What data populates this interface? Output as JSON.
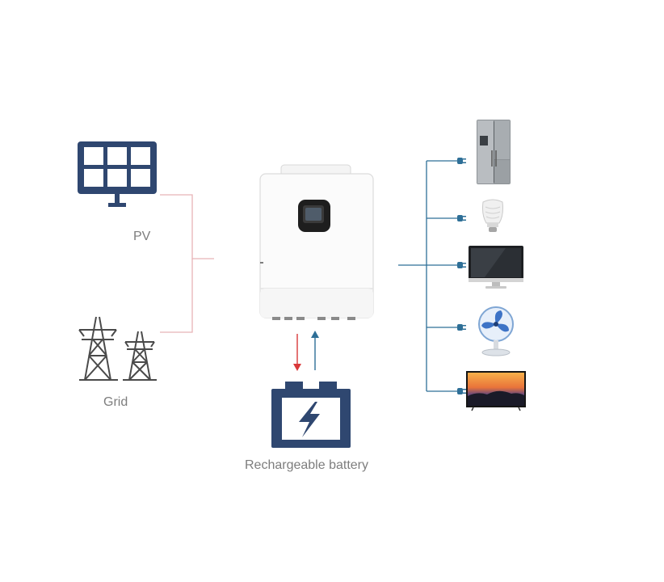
{
  "labels": {
    "pv": "PV",
    "grid": "Grid",
    "battery": "Rechargeable battery"
  },
  "icons": {
    "solar_panel": "solar-panel-icon",
    "grid_towers": "power-tower-icon",
    "inverter": "inverter-device",
    "battery": "battery-icon",
    "refrigerator": "refrigerator-icon",
    "bulb": "light-bulb-icon",
    "monitor": "monitor-icon",
    "fan": "fan-icon",
    "tv": "tv-icon"
  },
  "colors": {
    "input_line": "#e7b3b6",
    "output_line": "#2e6f97",
    "discharge_arrow": "#d9383a",
    "charge_arrow": "#2e6f97",
    "icon_navy": "#2f4770",
    "label_gray": "#7d7d7d"
  }
}
